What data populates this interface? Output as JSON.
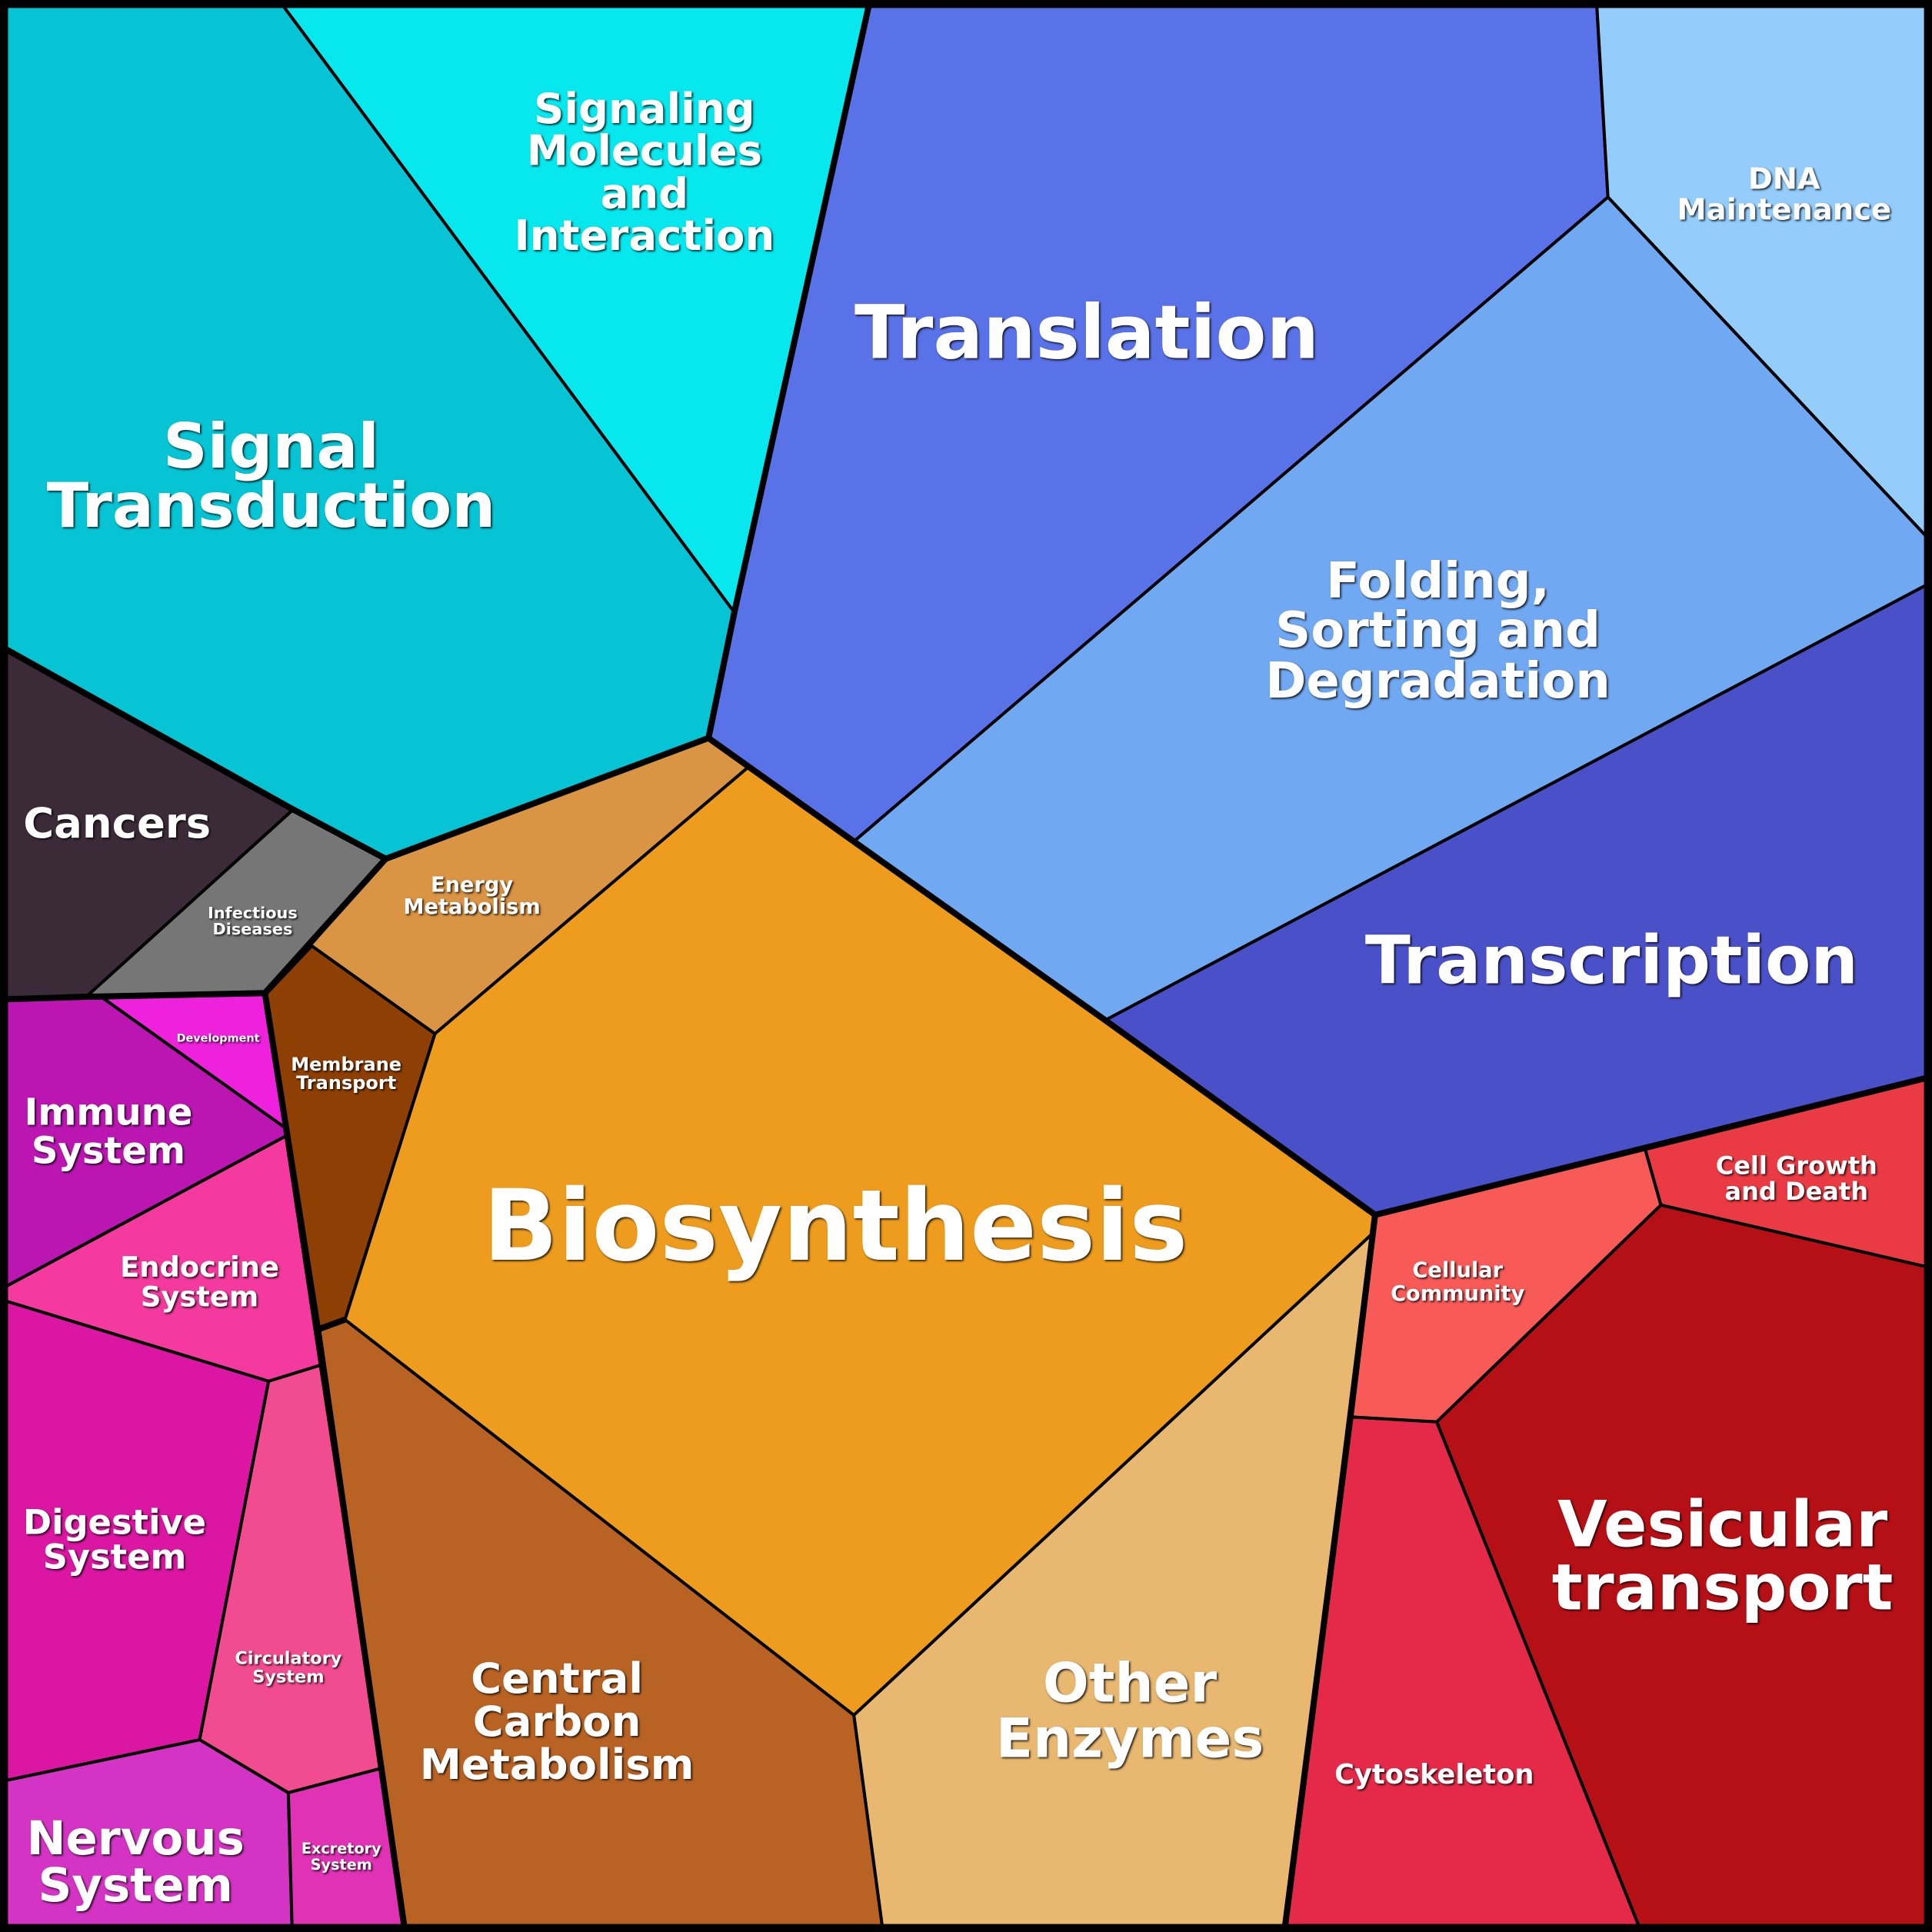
{
  "cells": [
    {
      "id": "signal-transduction",
      "label": [
        "Signal",
        "Transduction"
      ],
      "color": "#06c4d4"
    },
    {
      "id": "signaling-molecules",
      "label": [
        "Signaling",
        "Molecules",
        "and",
        "Interaction"
      ],
      "color": "#06e8ee"
    },
    {
      "id": "translation",
      "label": [
        "Translation"
      ],
      "color": "#5a72e8"
    },
    {
      "id": "dna-maintenance",
      "label": [
        "DNA",
        "Maintenance"
      ],
      "color": "#94cdfc"
    },
    {
      "id": "folding",
      "label": [
        "Folding,",
        "Sorting and",
        "Degradation"
      ],
      "color": "#70a8f2"
    },
    {
      "id": "transcription",
      "label": [
        "Transcription"
      ],
      "color": "#4a50c8"
    },
    {
      "id": "cancers",
      "label": [
        "Cancers"
      ],
      "color": "#3b2b38"
    },
    {
      "id": "infectious-diseases",
      "label": [
        "Infectious",
        "Diseases"
      ],
      "color": "#767676"
    },
    {
      "id": "energy-metabolism",
      "label": [
        "Energy",
        "Metabolism"
      ],
      "color": "#d99444"
    },
    {
      "id": "membrane-transport",
      "label": [
        "Membrane",
        "Transport"
      ],
      "color": "#8e3f04"
    },
    {
      "id": "biosynthesis",
      "label": [
        "Biosynthesis"
      ],
      "color": "#ed9c1e"
    },
    {
      "id": "development",
      "label": [
        "Development"
      ],
      "color": "#ee22dd"
    },
    {
      "id": "immune-system",
      "label": [
        "Immune",
        "System"
      ],
      "color": "#bb16b2"
    },
    {
      "id": "endocrine-system",
      "label": [
        "Endocrine",
        "System"
      ],
      "color": "#f43a9e"
    },
    {
      "id": "digestive-system",
      "label": [
        "Digestive",
        "System"
      ],
      "color": "#da16a2"
    },
    {
      "id": "circulatory-system",
      "label": [
        "Circulatory",
        "System"
      ],
      "color": "#f24c90"
    },
    {
      "id": "nervous-system",
      "label": [
        "Nervous",
        "System"
      ],
      "color": "#d434c4"
    },
    {
      "id": "excretory-system",
      "label": [
        "Excretory",
        "System"
      ],
      "color": "#e032b4"
    },
    {
      "id": "central-carbon-metabolism",
      "label": [
        "Central",
        "Carbon",
        "Metabolism"
      ],
      "color": "#b86224"
    },
    {
      "id": "other-enzymes",
      "label": [
        "Other",
        "Enzymes"
      ],
      "color": "#e8b870"
    },
    {
      "id": "cellular-community",
      "label": [
        "Cellular",
        "Community"
      ],
      "color": "#f85a58"
    },
    {
      "id": "cell-growth-and-death",
      "label": [
        "Cell Growth",
        "and Death"
      ],
      "color": "#ea3a44"
    },
    {
      "id": "vesicular-transport",
      "label": [
        "Vesicular",
        "transport"
      ],
      "color": "#b51016"
    },
    {
      "id": "cytoskeleton",
      "label": [
        "Cytoskeleton"
      ],
      "color": "#e42a48"
    }
  ]
}
